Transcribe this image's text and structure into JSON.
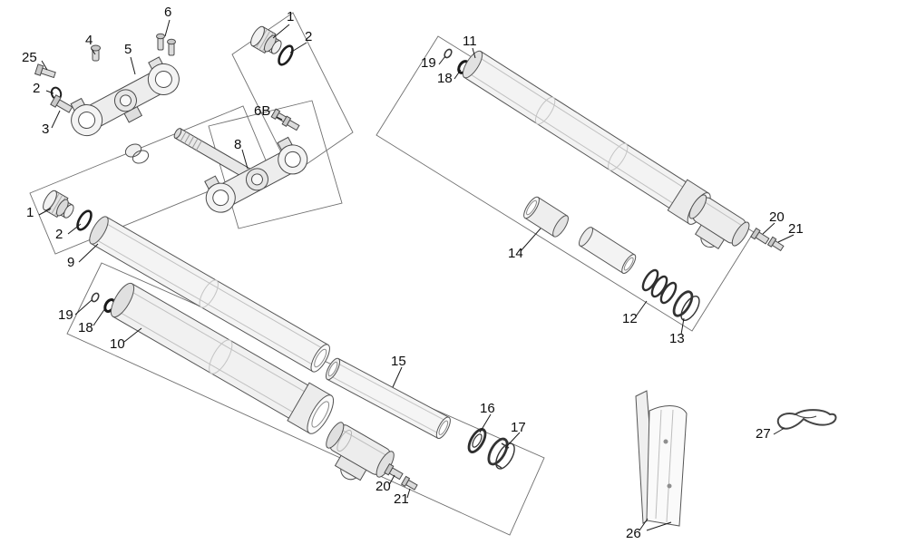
{
  "diagram": {
    "background_color": "#ffffff",
    "line_color": "#3f3f3f",
    "ring_color": "#1a1a1a"
  },
  "callouts": [
    "6",
    "1",
    "2",
    "4",
    "25",
    "5",
    "2",
    "3",
    "11",
    "19",
    "18",
    "6B",
    "8",
    "1",
    "2",
    "9",
    "20",
    "21",
    "14",
    "19",
    "18",
    "12",
    "10",
    "13",
    "15",
    "16",
    "17",
    "27",
    "20",
    "21",
    "26"
  ]
}
